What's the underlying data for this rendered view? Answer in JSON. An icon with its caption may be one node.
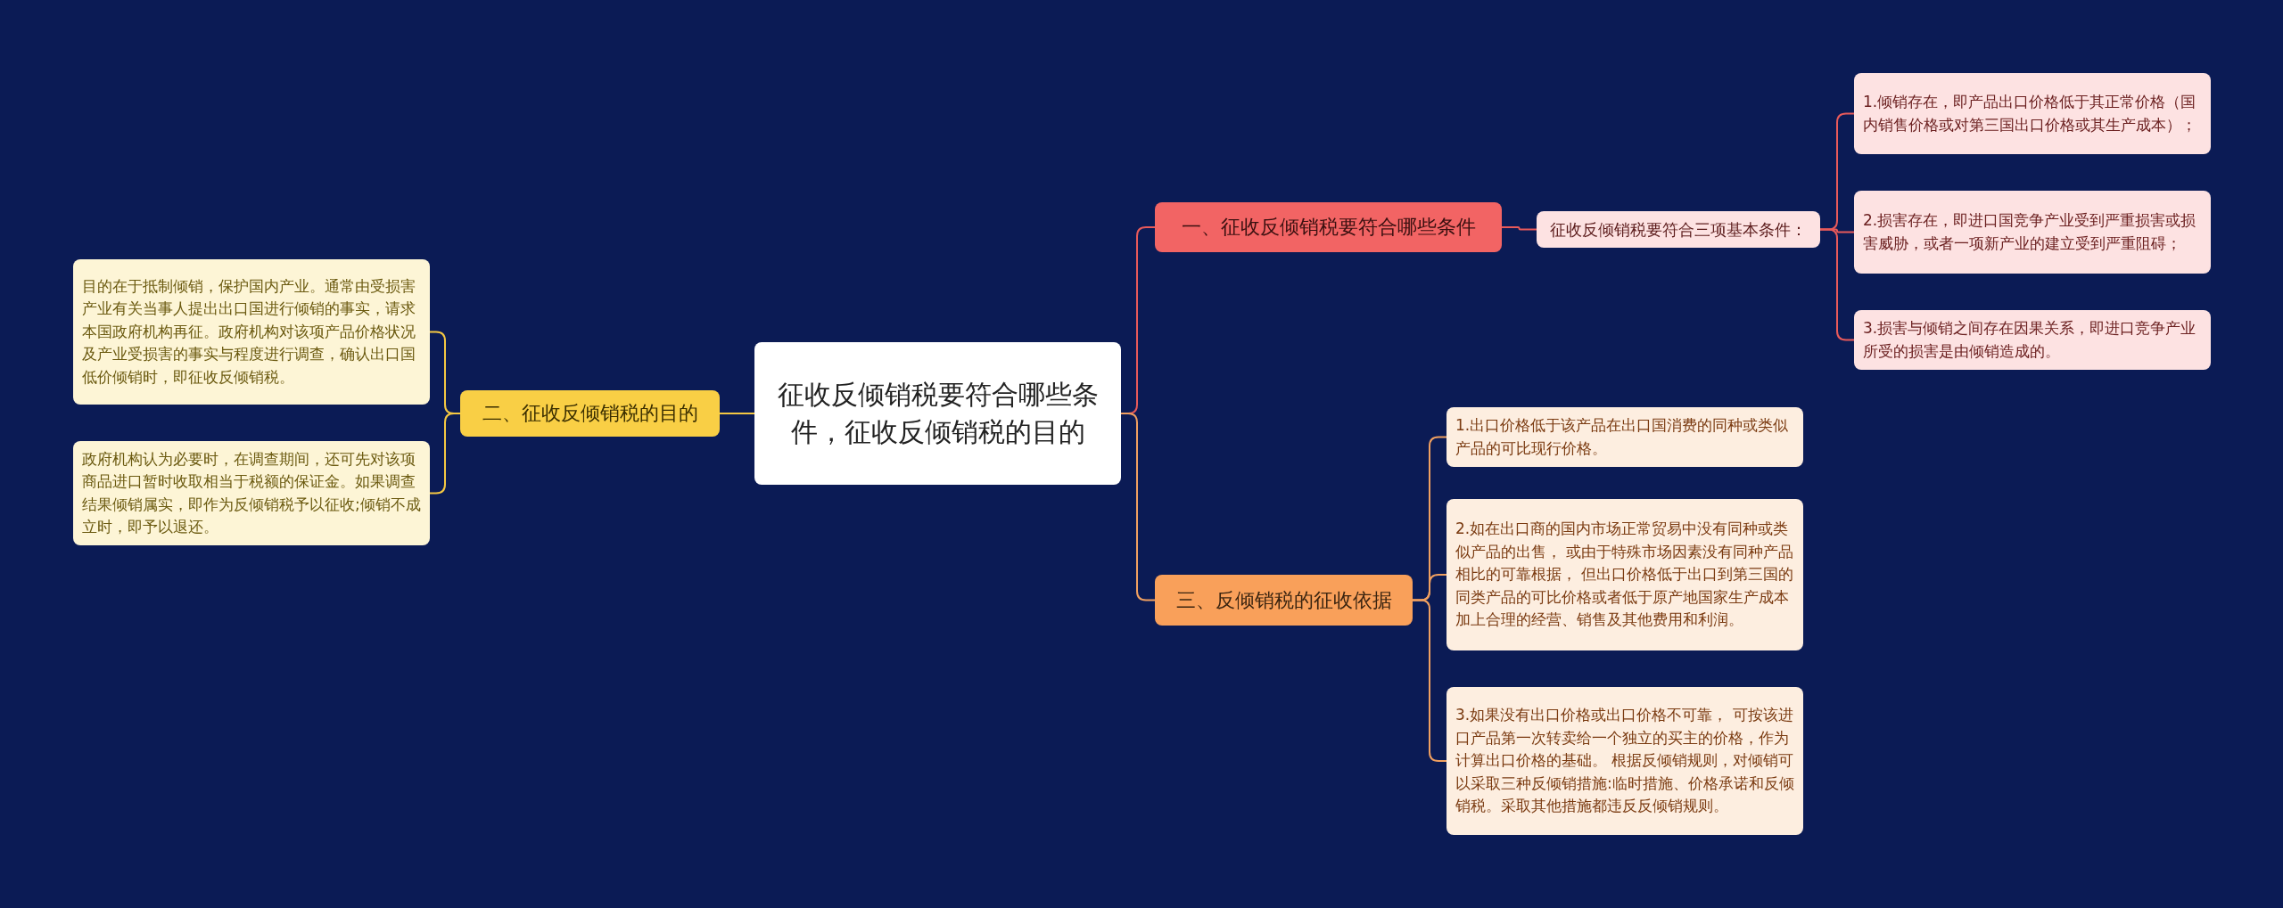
{
  "diagram": {
    "nodes": [
      {
        "text": [
          "征收反倾销税要符合哪些条件，征收反倾销税的目的"
        ]
      },
      {
        "text": [
          "一、征收反倾销税要符合哪些条件"
        ]
      },
      {
        "text": [
          "征收反倾销税要符合三项基本条件："
        ]
      },
      {
        "text": [
          "1.倾销存在，即产品出口价格低于其正常价格（国内销售价格或对第三国出口价格或其生产成本）；"
        ]
      },
      {
        "text": [
          "2.损害存在，即进口国竞争产业受到严重损害或损害威胁，或者一项新产业的建立受到严重阻碍；"
        ]
      },
      {
        "text": [
          "3.损害与倾销之间存在因果关系，即进口竞争产业所受的损害是由倾销造成的。"
        ]
      },
      {
        "text": [
          "二、征收反倾销税的目的"
        ]
      },
      {
        "text": [
          "目的在于抵制倾销，保护国内产业。通常由受损害产业有关当事人提出出口国进行倾销的事实，请求本国政府机构再征。政府机构对该项产品价格状况及产业受损害的事实与程度进行调查，确认出口国低价倾销时，即征收反倾销税。"
        ]
      },
      {
        "text": [
          "政府机构认为必要时，在调查期间，还可先对该项商品进口暂时收取相当于税额的保证金。如果调查结果倾销属实，即作为反倾销税予以征收;倾销不成立时，即予以退还。"
        ]
      },
      {
        "text": [
          "三、反倾销税的征收依据"
        ]
      },
      {
        "text": [
          "1.出口价格低于该产品在出口国消费的同种或类似产品的可比现行价格。"
        ]
      },
      {
        "text": [
          "2.如在出口商的国内市场正常贸易中没有同种或类似产品的出售， 或由于特殊市场因素没有同种产品相比的可靠根据， 但出口价格低于出口到第三国的同类产品的可比价格或者低于原产地国家生产成本加上合理的经营、销售及其他费用和利润。"
        ]
      },
      {
        "text": [
          "3.如果没有出口价格或出口价格不可靠， 可按该进口产品第一次转卖给一个独立的买主的价格，作为计算出口价格的基础。 根据反倾销规则，对倾销可以采取三种反倾销措施:临时措施、价格承诺和反倾销税。采取其他措施都违反反倾销规则。"
        ]
      }
    ],
    "edges": [
      {
        "from": 0,
        "to": 1,
        "arrow": "none",
        "color": "#e85a5a"
      },
      {
        "from": 1,
        "to": 2,
        "arrow": "none",
        "color": "#e85a5a"
      },
      {
        "from": 2,
        "to": 3,
        "arrow": "none",
        "color": "#e85a5a"
      },
      {
        "from": 2,
        "to": 4,
        "arrow": "none",
        "color": "#e85a5a"
      },
      {
        "from": 2,
        "to": 5,
        "arrow": "none",
        "color": "#e85a5a"
      },
      {
        "from": 0,
        "to": 6,
        "arrow": "none",
        "color": "#f5c842"
      },
      {
        "from": 6,
        "to": 7,
        "arrow": "none",
        "color": "#f5c842"
      },
      {
        "from": 6,
        "to": 8,
        "arrow": "none",
        "color": "#f5c842"
      },
      {
        "from": 0,
        "to": 9,
        "arrow": "none",
        "color": "#f0a060"
      },
      {
        "from": 9,
        "to": 10,
        "arrow": "none",
        "color": "#f0a060"
      },
      {
        "from": 9,
        "to": 11,
        "arrow": "none",
        "color": "#f0a060"
      },
      {
        "from": 9,
        "to": 12,
        "arrow": "none",
        "color": "#f0a060"
      }
    ]
  }
}
